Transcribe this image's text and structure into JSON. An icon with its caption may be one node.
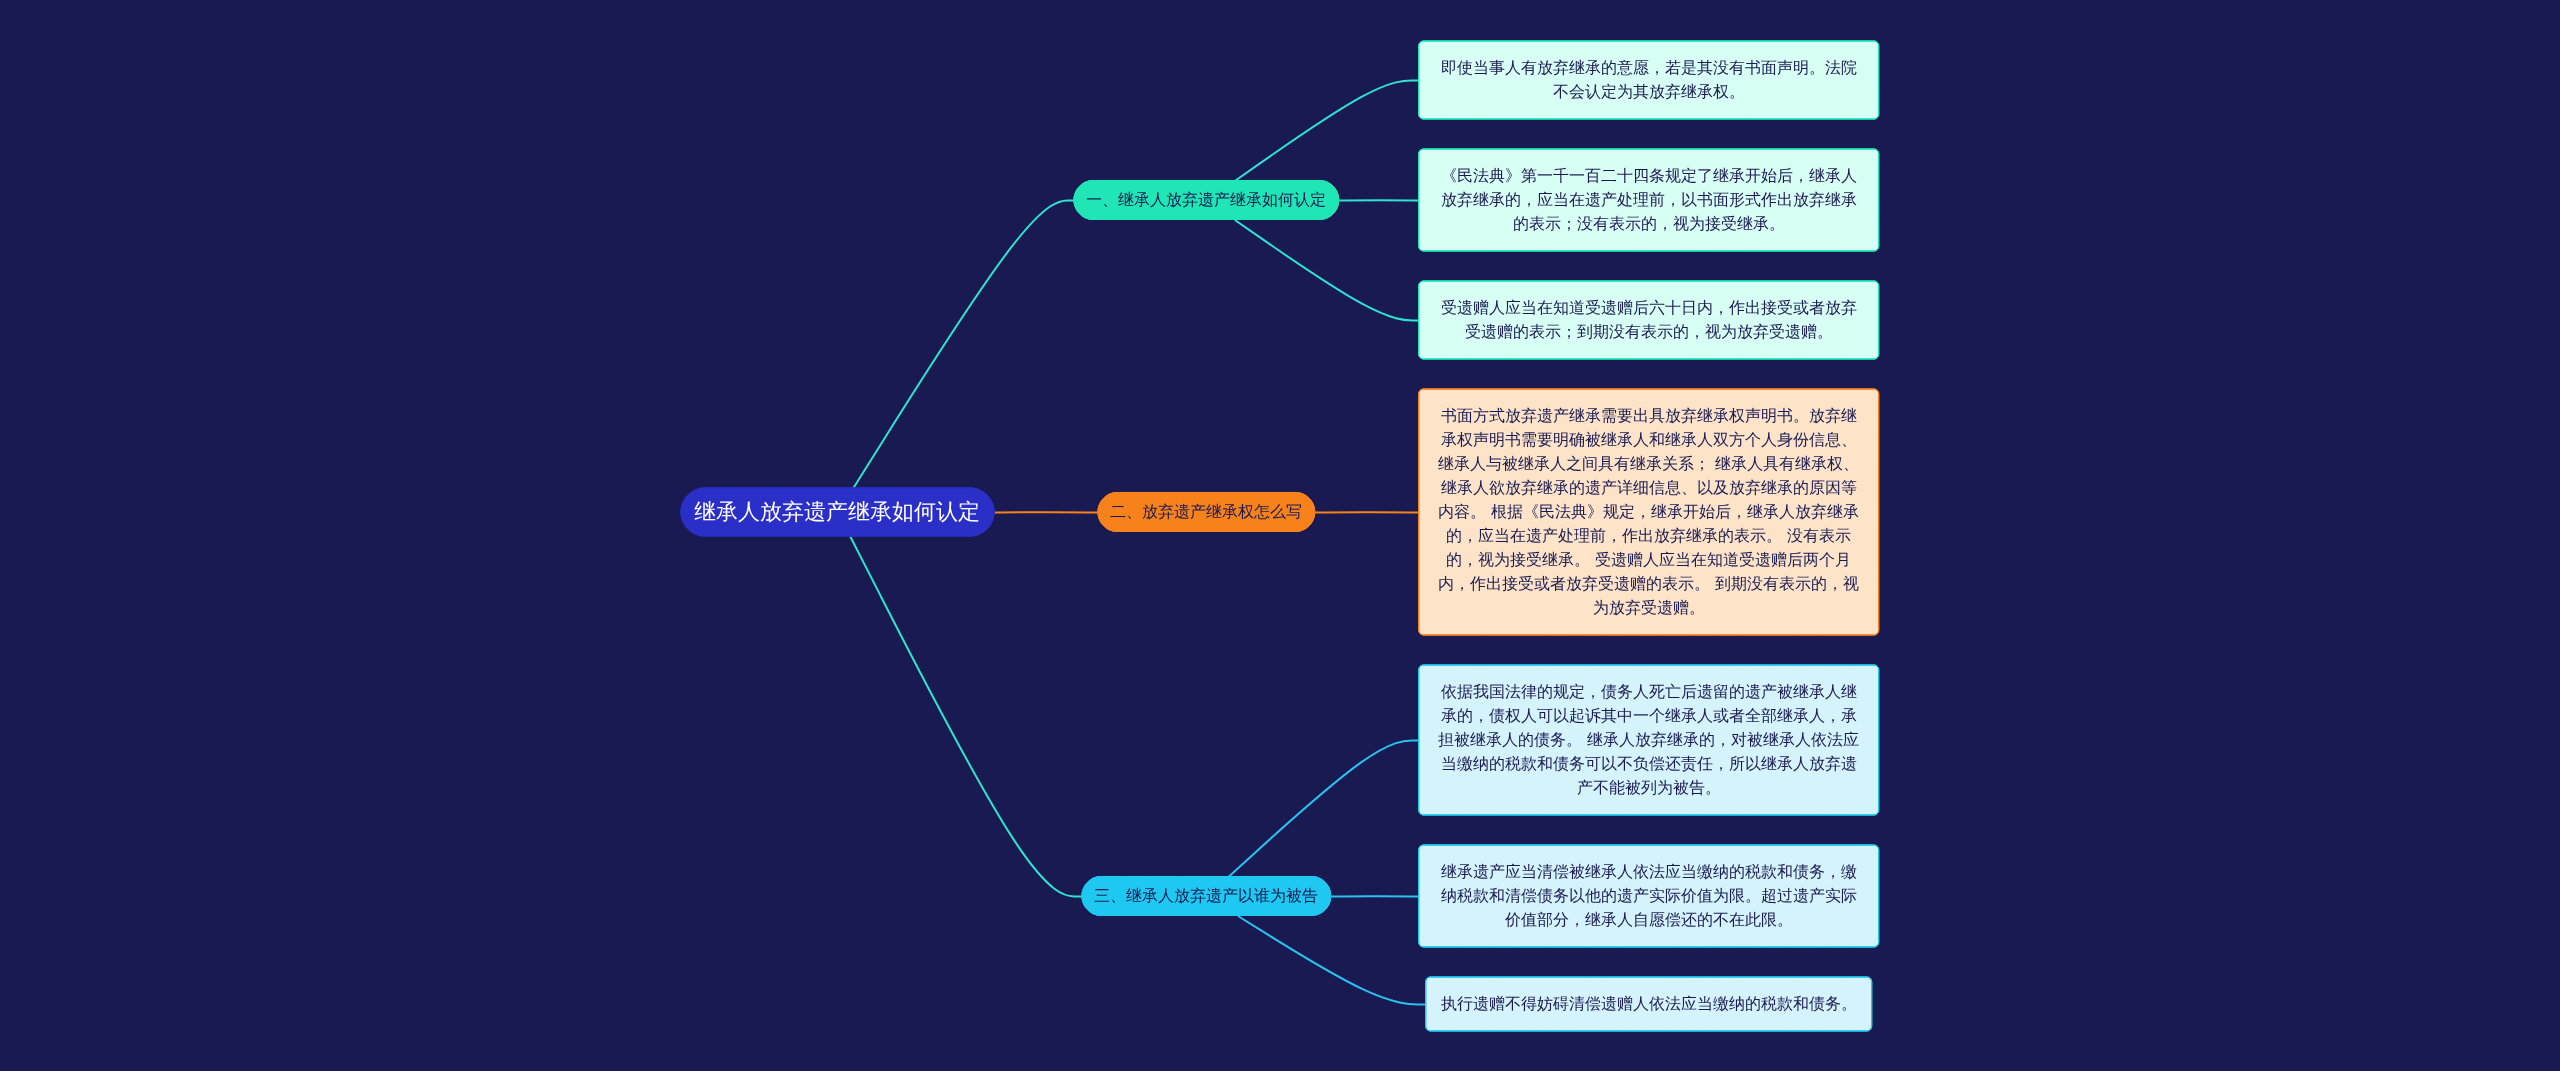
{
  "diagram": {
    "nodes": [
      {
        "text": [
          "继承人放弃遗产继承如何认定"
        ]
      },
      {
        "text": [
          "一、继承人放弃遗产继承如何认定"
        ]
      },
      {
        "text": [
          "即使当事人有放弃继承的意愿，若是其没有书面声明。法院不会认定为其放弃继承权。"
        ]
      },
      {
        "text": [
          "《民法典》第一千一百二十四条规定了继承开始后，继承人放弃继承的，应当在遗产处理前，以书面形式作出放弃继承的表示；没有表示的，视为接受继承。"
        ]
      },
      {
        "text": [
          "受遗赠人应当在知道受遗赠后六十日内，作出接受或者放弃受遗赠的表示；到期没有表示的，视为放弃受遗赠。"
        ]
      },
      {
        "text": [
          "二、放弃遗产继承权怎么写"
        ]
      },
      {
        "text": [
          "书面方式放弃遗产继承需要出具放弃继承权声明书。放弃继承权声明书需要明确被继承人和继承人双方个人身份信息、继承人与被继承人之间具有继承关系； 继承人具有继承权、继承人欲放弃继承的遗产详细信息、以及放弃继承的原因等内容。 根据《民法典》规定，继承开始后，继承人放弃继承的，应当在遗产处理前，作出放弃继承的表示。 没有表示的，视为接受继承。 受遗赠人应当在知道受遗赠后两个月内，作出接受或者放弃受遗赠的表示。 到期没有表示的，视为放弃受遗赠。"
        ]
      },
      {
        "text": [
          "三、继承人放弃遗产以谁为被告"
        ]
      },
      {
        "text": [
          "依据我国法律的规定，债务人死亡后遗留的遗产被继承人继承的，债权人可以起诉其中一个继承人或者全部继承人，承担被继承人的债务。 继承人放弃继承的，对被继承人依法应当缴纳的税款和债务可以不负偿还责任，所以继承人放弃遗产不能被列为被告。"
        ]
      },
      {
        "text": [
          "继承遗产应当清偿被继承人依法应当缴纳的税款和债务，缴纳税款和清偿债务以他的遗产实际价值为限。超过遗产实际价值部分，继承人自愿偿还的不在此限。"
        ]
      },
      {
        "text": [
          "执行遗赠不得妨碍清偿遗赠人依法应当缴纳的税款和债务。"
        ]
      }
    ],
    "edges": [
      {
        "from": 0,
        "to": 1,
        "arrow": "none"
      },
      {
        "from": 1,
        "to": 2,
        "arrow": "none"
      },
      {
        "from": 1,
        "to": 3,
        "arrow": "none"
      },
      {
        "from": 1,
        "to": 4,
        "arrow": "none"
      },
      {
        "from": 0,
        "to": 5,
        "arrow": "none",
        "color": "#f7821b"
      },
      {
        "from": 5,
        "to": 6,
        "arrow": "none",
        "color": "#f7821b"
      },
      {
        "from": 0,
        "to": 7,
        "arrow": "none"
      },
      {
        "from": 7,
        "to": 8,
        "arrow": "none",
        "color": "#29c1ee"
      },
      {
        "from": 7,
        "to": 9,
        "arrow": "none",
        "color": "#29c1ee"
      },
      {
        "from": 7,
        "to": 10,
        "arrow": "none",
        "color": "#29c1ee"
      }
    ]
  }
}
